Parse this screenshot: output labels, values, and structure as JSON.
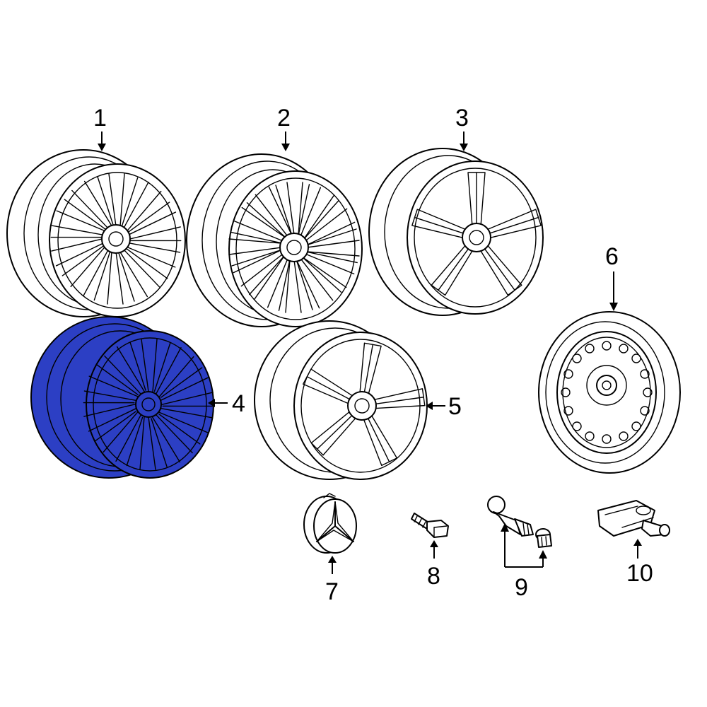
{
  "callouts": [
    {
      "id": "1",
      "label": "1"
    },
    {
      "id": "2",
      "label": "2"
    },
    {
      "id": "3",
      "label": "3"
    },
    {
      "id": "4",
      "label": "4"
    },
    {
      "id": "5",
      "label": "5"
    },
    {
      "id": "6",
      "label": "6"
    },
    {
      "id": "7",
      "label": "7"
    },
    {
      "id": "8",
      "label": "8"
    },
    {
      "id": "9",
      "label": "9"
    },
    {
      "id": "10",
      "label": "10"
    }
  ],
  "colors": {
    "highlight": "#2c3fc4",
    "line": "#000000",
    "background": "#ffffff"
  },
  "highlighted_part": "4"
}
